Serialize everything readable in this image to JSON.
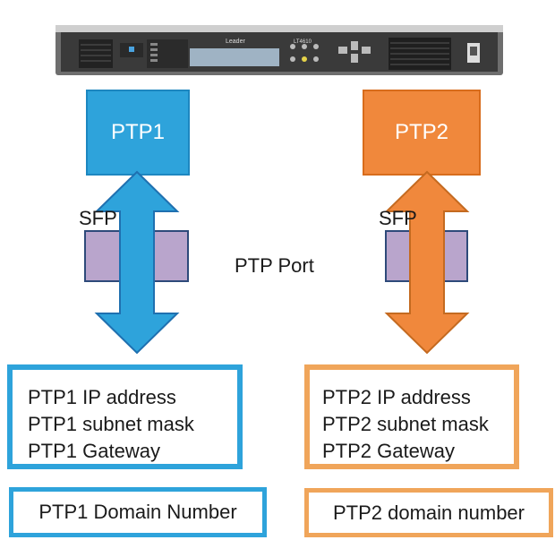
{
  "ports": {
    "ptp1_label": "PTP1",
    "ptp2_label": "PTP2",
    "sfp1_label": "SFP",
    "sfp2_label": "SFP",
    "port_caption": "PTP Port"
  },
  "ptp1_settings": {
    "ip": "PTP1 IP address",
    "mask": "PTP1 subnet mask",
    "gateway": "PTP1 Gateway",
    "domain": "PTP1 Domain Number"
  },
  "ptp2_settings": {
    "ip": "PTP2 IP address",
    "mask": "PTP2 subnet mask",
    "gateway": "PTP2 Gateway",
    "domain": "PTP2 domain number"
  },
  "device": {
    "brand": "Leader",
    "model": "LT4610"
  },
  "colors": {
    "ptp1": "#2ea3db",
    "ptp2": "#f0883c",
    "sfp": "#b7a3c9"
  }
}
